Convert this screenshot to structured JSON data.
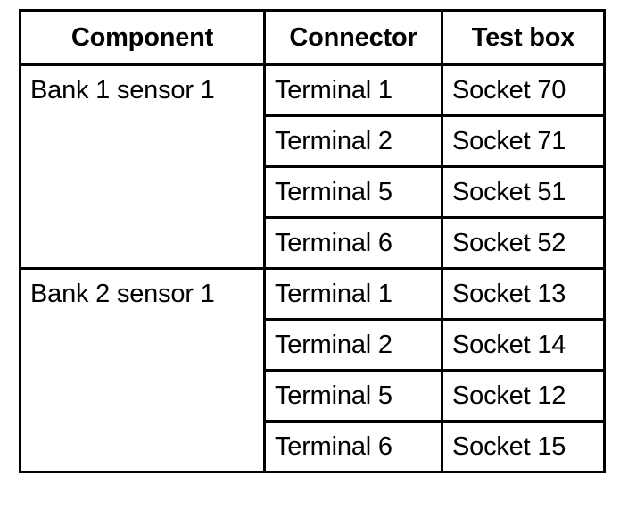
{
  "table": {
    "columns": [
      "Component",
      "Connector",
      "Test box"
    ],
    "groups": [
      {
        "component": "Bank 1 sensor 1",
        "rows": [
          {
            "connector": "Terminal 1",
            "test_box": "Socket 70"
          },
          {
            "connector": "Terminal 2",
            "test_box": "Socket 71"
          },
          {
            "connector": "Terminal 5",
            "test_box": "Socket 51"
          },
          {
            "connector": "Terminal 6",
            "test_box": "Socket 52"
          }
        ]
      },
      {
        "component": "Bank 2 sensor 1",
        "rows": [
          {
            "connector": "Terminal 1",
            "test_box": "Socket 13"
          },
          {
            "connector": "Terminal 2",
            "test_box": "Socket 14"
          },
          {
            "connector": "Terminal 5",
            "test_box": "Socket 12"
          },
          {
            "connector": "Terminal 6",
            "test_box": "Socket 15"
          }
        ]
      }
    ]
  },
  "style": {
    "border_color": "#000000",
    "text_color": "#000000",
    "background": "#ffffff"
  }
}
